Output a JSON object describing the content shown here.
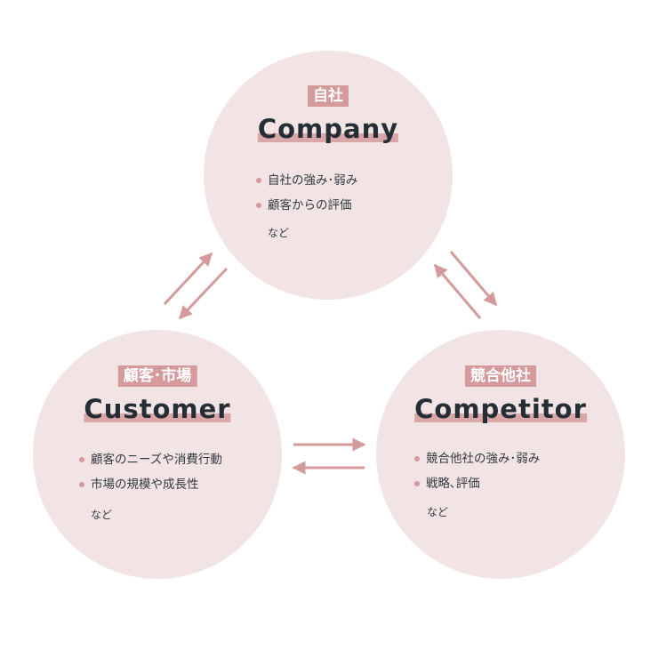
{
  "company": {
    "tag": "自社",
    "title": "Company",
    "items": [
      "自社の強み･弱み",
      "顧客からの評価"
    ],
    "etc": "など"
  },
  "customer": {
    "tag": "顧客･市場",
    "title": "Customer",
    "items": [
      "顧客のニーズや消費行動",
      "市場の規模や成長性"
    ],
    "etc": "など"
  },
  "competitor": {
    "tag": "競合他社",
    "title": "Competitor",
    "items": [
      "競合他社の強み･弱み",
      "戦略､評価"
    ],
    "etc": "など"
  },
  "colors": {
    "circle": "#f2e4e4",
    "accent": "#d49a9c",
    "text": "#2a3138"
  }
}
